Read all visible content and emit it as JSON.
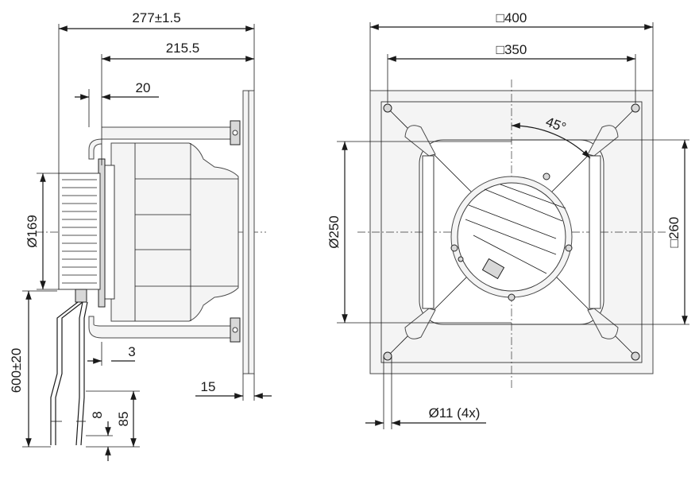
{
  "side_view": {
    "dim_overall_length": "277±1.5",
    "dim_wheel_length": "215.5",
    "dim_motor_offset": "20",
    "dim_motor_diameter": "Ø169",
    "dim_cable_length": "600±20",
    "dim_plate_gap": "3",
    "dim_plate_thickness": "15",
    "dim_strip_length": "8",
    "dim_lead_length": "85"
  },
  "front_view": {
    "dim_plate_size": "□400",
    "dim_hole_pitch": "□350",
    "dim_angle": "45°",
    "dim_inlet_diameter": "Ø250",
    "dim_frame_size": "□260",
    "dim_holes": "Ø11 (4x)"
  },
  "colors": {
    "line": "#1a1a1a",
    "fill": "#f4f4f4"
  }
}
